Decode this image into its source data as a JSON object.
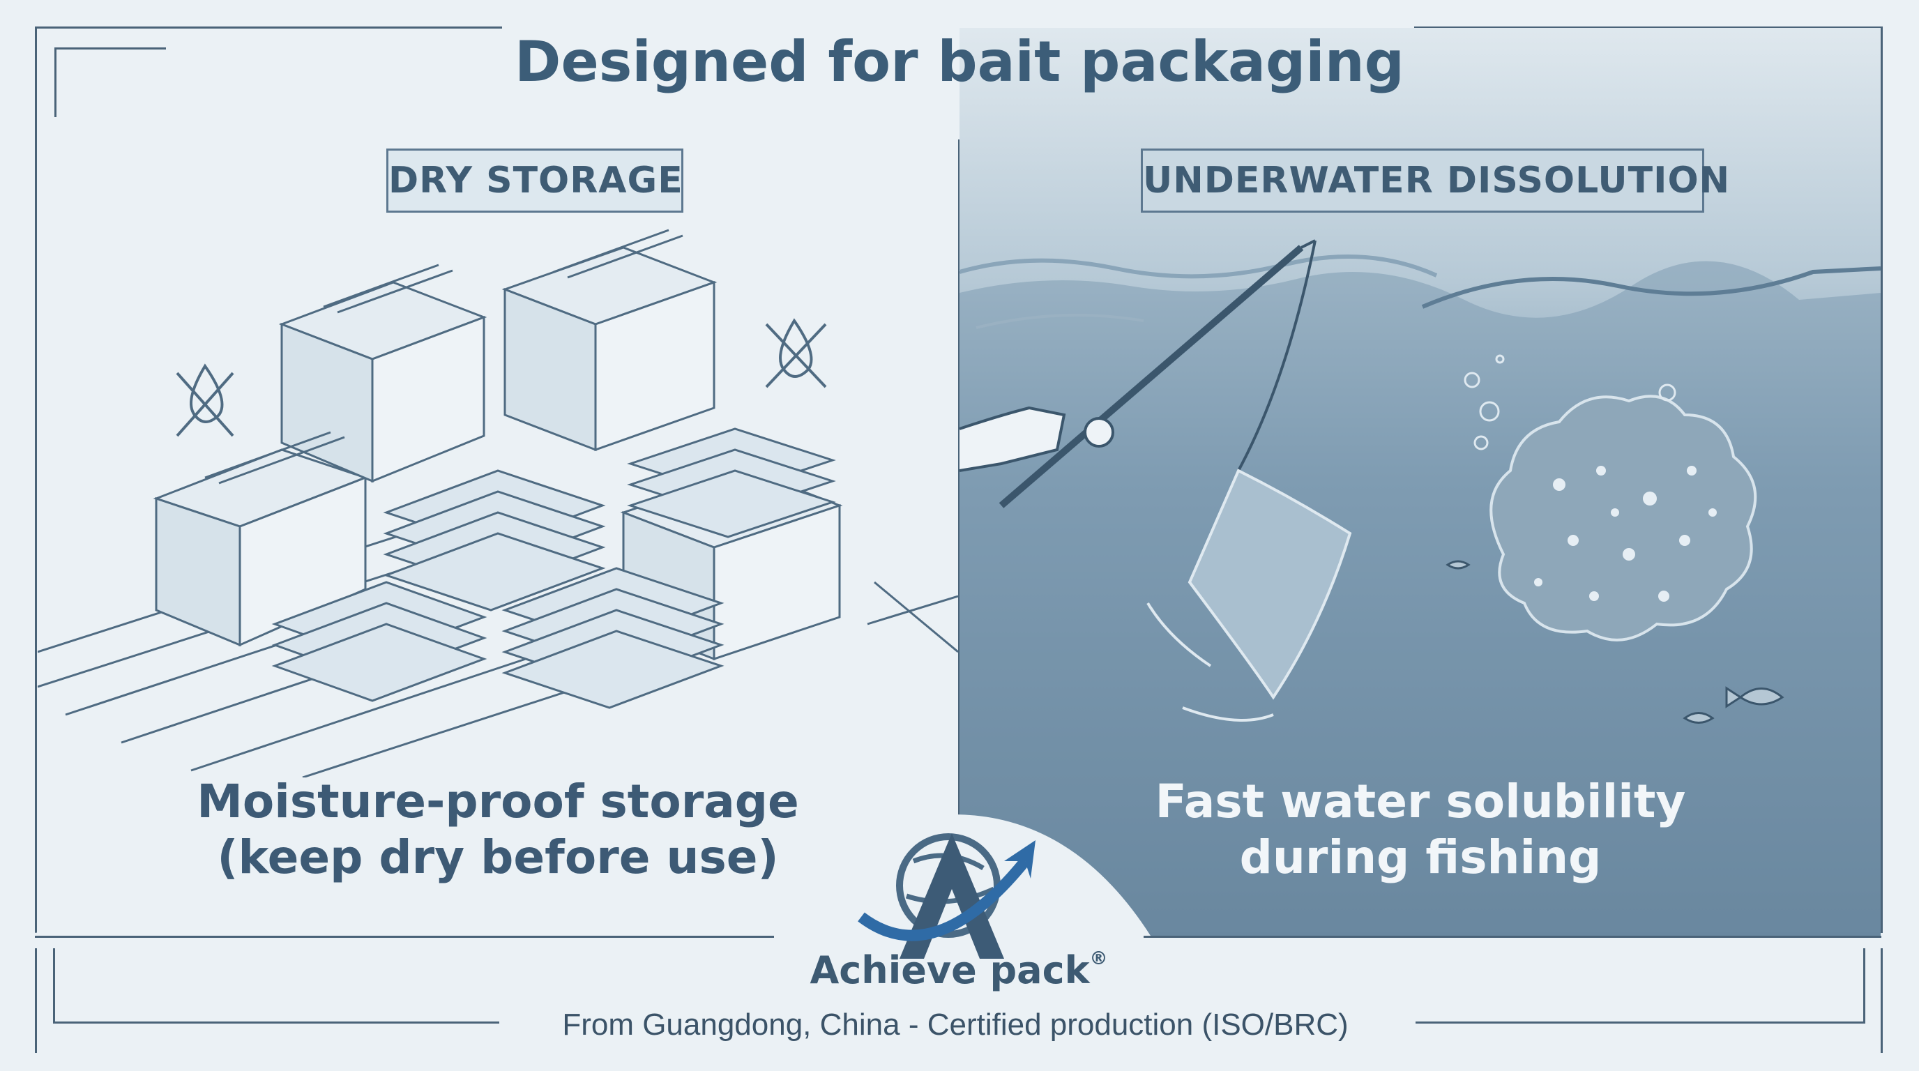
{
  "title": "Designed for bait packaging",
  "dry": {
    "tag": "DRY STORAGE",
    "caption_line1": "Moisture-proof storage",
    "caption_line2": "(keep dry before use)",
    "icon": "no-water-drop-icon",
    "color": "#ebf1f5"
  },
  "wet": {
    "tag": "UNDERWATER DISSOLUTION",
    "caption_line1": "Fast water solubility",
    "caption_line2": "during fishing",
    "color": "#4f6e88"
  },
  "brand": {
    "name": "Achieve pack",
    "mark": "®",
    "logo_icon": "globe-arrow-logo-icon"
  },
  "footnote": "From Guangdong, China - Certified production (ISO/BRC)",
  "colors": {
    "accent": "#3c5d78",
    "line": "#4a6378",
    "water": "#4f6e88"
  }
}
